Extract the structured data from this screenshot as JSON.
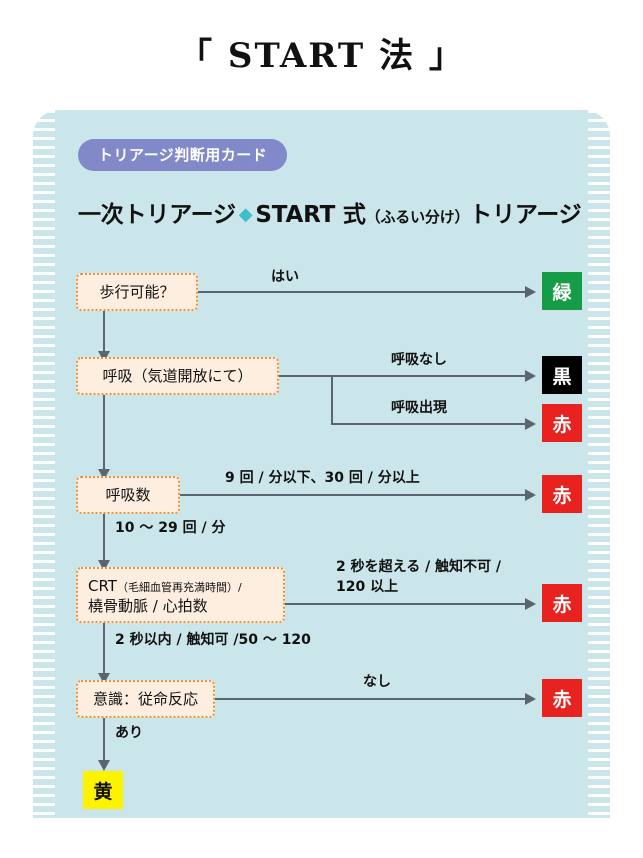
{
  "title": "「 START 法 」",
  "card": {
    "badge": "トリアージ判断用カード",
    "heading": {
      "before": "一次トリアージ",
      "diamond": "◆",
      "middle": "START 式",
      "paren": "（ふるい分け）",
      "after": "トリアージ"
    }
  },
  "flow": {
    "steps": [
      {
        "id": "walk",
        "label": "歩行可能？"
      },
      {
        "id": "breath",
        "label": "呼吸（気道開放にて）"
      },
      {
        "id": "rate",
        "label": "呼吸数"
      },
      {
        "id": "crt",
        "line1_main": "CRT",
        "line1_paren": "（毛細血管再充満時間）/",
        "line2": "橈骨動脈 / 心拍数"
      },
      {
        "id": "consc",
        "label": "意識：従命反応"
      }
    ],
    "edge_labels": {
      "walk_yes": "はい",
      "breath_none": "呼吸なし",
      "breath_return": "呼吸出現",
      "rate_abnormal": "9 回 / 分以下、30 回 / 分以上",
      "rate_normal": "10 〜 29 回 / 分",
      "crt_abnormal_l1": "2 秒を超える / 触知不可 /",
      "crt_abnormal_l2": "120 以上",
      "crt_normal": "2 秒以内 / 触知可 /50 〜 120",
      "consc_none": "なし",
      "consc_yes": "あり"
    },
    "results": {
      "green": "緑",
      "black": "黒",
      "red_breath": "赤",
      "red_rate": "赤",
      "red_crt": "赤",
      "red_consc": "赤",
      "yellow": "黄"
    }
  }
}
